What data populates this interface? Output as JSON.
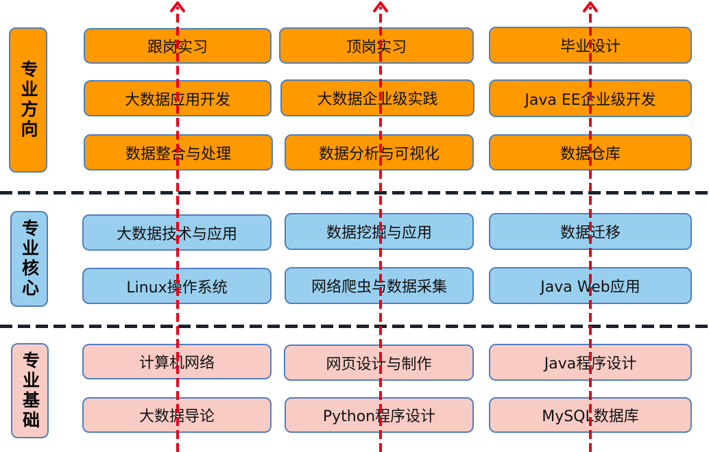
{
  "sections": [
    {
      "id": "direction",
      "label": "专业方向",
      "color": "#ff9900",
      "rows": [
        [
          "跟岗实习",
          "顶岗实习",
          "毕业设计"
        ],
        [
          "大数据应用开发",
          "大数据企业级实践",
          "Java EE企业级开发"
        ],
        [
          "数据整合与处理",
          "数据分析与可视化",
          "数据仓库"
        ]
      ]
    },
    {
      "id": "core",
      "label": "专业核心",
      "color": "#99cfee",
      "rows": [
        [
          "大数据技术与应用",
          "数据挖掘与应用",
          "数据迁移"
        ],
        [
          "Linux操作系统",
          "网络爬虫与数据采集",
          "Java Web应用"
        ]
      ]
    },
    {
      "id": "foundation",
      "label": "专业基础",
      "color": "#f8cbc4",
      "rows": [
        [
          "计算机网络",
          "网页设计与制作",
          "Java程序设计"
        ],
        [
          "大数据导论",
          "Python程序设计",
          "MySQL数据库"
        ]
      ]
    }
  ],
  "colors": {
    "arrow": "#e8001a",
    "border": "#4f7fbf",
    "separator": "#1a2230"
  }
}
